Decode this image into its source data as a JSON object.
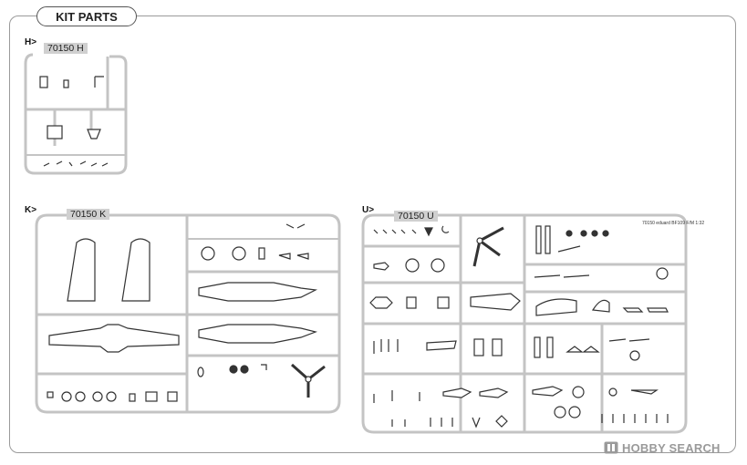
{
  "header": {
    "title": "KIT PARTS"
  },
  "sprues": [
    {
      "key": "H",
      "label": "H>",
      "code": "70150 H"
    },
    {
      "key": "K",
      "label": "K>",
      "code": "70150 K"
    },
    {
      "key": "U",
      "label": "U>",
      "code": "70150 U"
    }
  ],
  "engraved_text": "70150 eduard BF109 F/M 1:32",
  "watermark": {
    "brand": "HOBBY SEARCH",
    "icon": "hobbysearch-logo-icon"
  },
  "colors": {
    "frame": "#9a9a9a",
    "runner": "#c4c4c4",
    "part_outline": "#333333",
    "part_fill": "#ffffff",
    "header_text": "#222222"
  }
}
